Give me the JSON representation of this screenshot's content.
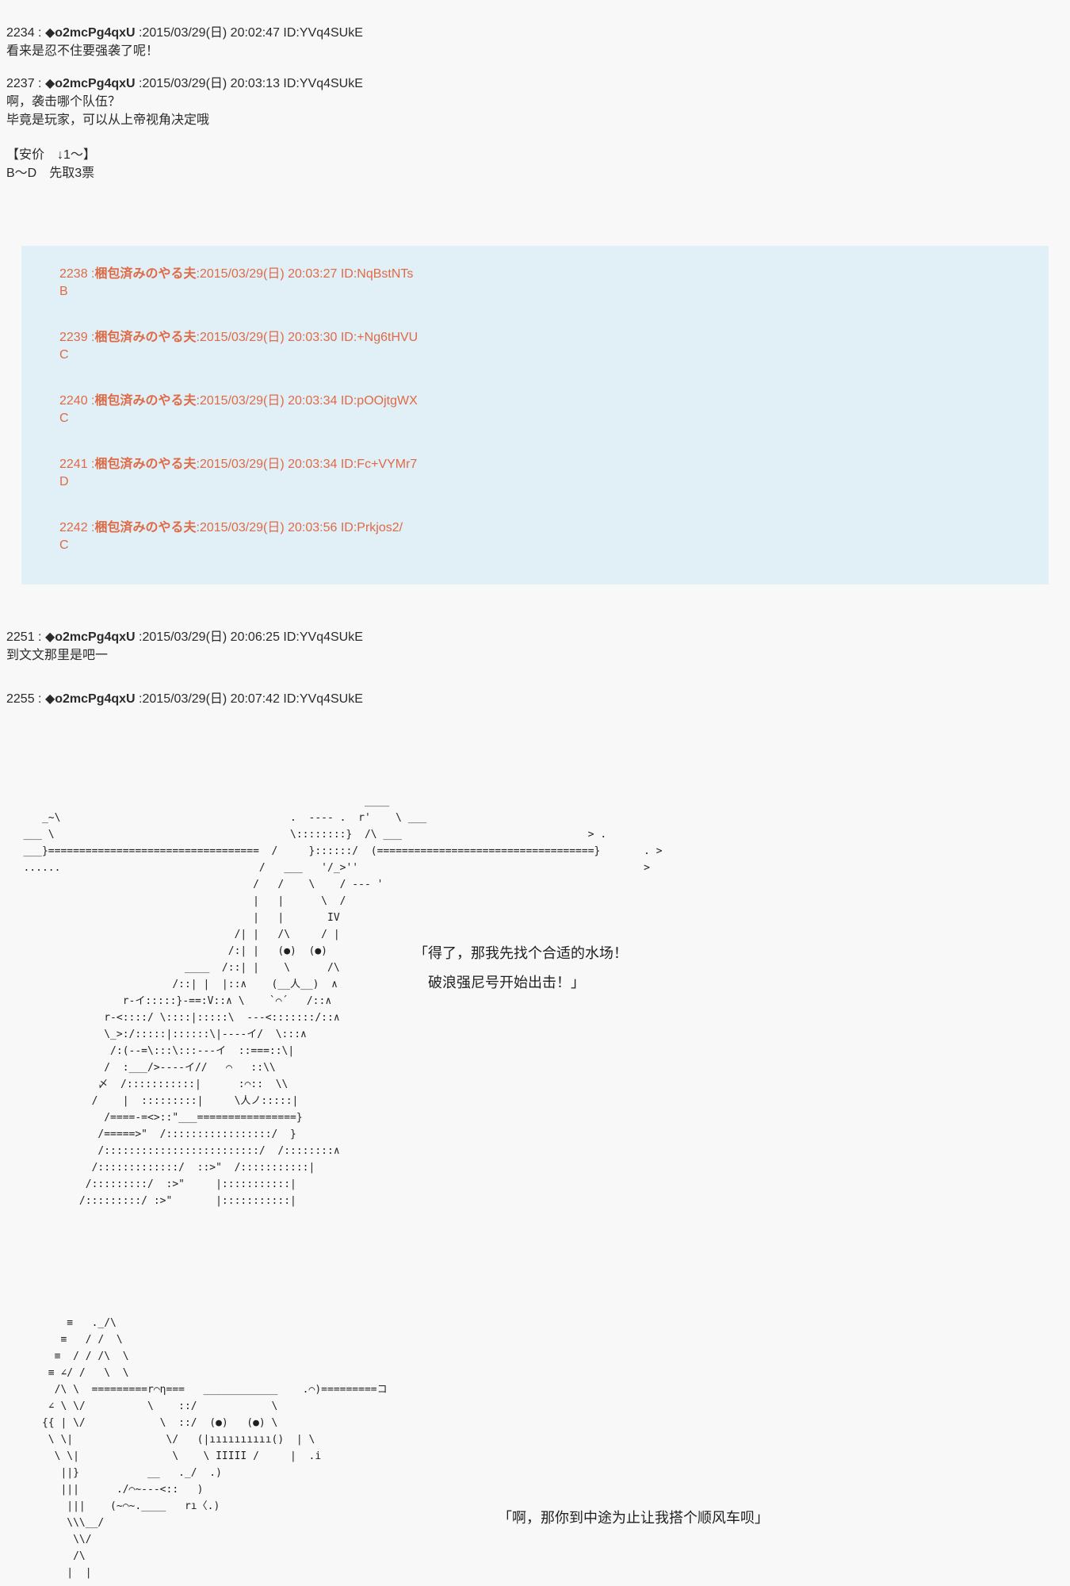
{
  "colors": {
    "page_bg": "#f8f8f8",
    "box_bg": "#e1eff7",
    "box_text": "#e06a45",
    "text": "#2a2a2a"
  },
  "posts": [
    {
      "id_label": "2234 : ",
      "name": "◆o2mcPg4qxU",
      "meta": " :2015/03/29(日) 20:02:47 ID:YVq4SUkE",
      "line1": "看来是忍不住要强袭了呢！"
    },
    {
      "id_label": "2237 : ",
      "name": "◆o2mcPg4qxU",
      "meta": " :2015/03/29(日) 20:03:13 ID:YVq4SUkE",
      "line1": "啊，袭击哪个队伍？",
      "line2": "毕竟是玩家，可以从上帝视角决定哦"
    },
    {
      "id_label": "2251 : ",
      "name": "◆o2mcPg4qxU",
      "meta": " :2015/03/29(日) 20:06:25 ID:YVq4SUkE",
      "line1": "到文文那里是吧一"
    },
    {
      "id_label": "2255 : ",
      "name": "◆o2mcPg4qxU",
      "meta": " :2015/03/29(日) 20:07:42 ID:YVq4SUkE"
    }
  ],
  "anchor": {
    "line1": "【安价　↓1～】",
    "line2": "B～D　先取3票"
  },
  "vote_box": {
    "entries": [
      {
        "id_label": "2238 :",
        "name": "梱包済みのやる夫",
        "meta": ":2015/03/29(日) 20:03:27 ID:NqBstNTs",
        "vote": "B"
      },
      {
        "id_label": "2239 :",
        "name": "梱包済みのやる夫",
        "meta": ":2015/03/29(日) 20:03:30 ID:+Ng6tHVU",
        "vote": "C"
      },
      {
        "id_label": "2240 :",
        "name": "梱包済みのやる夫",
        "meta": ":2015/03/29(日) 20:03:34 ID:pOOjtgWX",
        "vote": "C"
      },
      {
        "id_label": "2241 :",
        "name": "梱包済みのやる夫",
        "meta": ":2015/03/29(日) 20:03:34 ID:Fc+VYMr7",
        "vote": "D"
      },
      {
        "id_label": "2242 :",
        "name": "梱包済みのやる夫",
        "meta": ":2015/03/29(日) 20:03:56 ID:Prkjos2/",
        "vote": "C"
      }
    ]
  },
  "ascii_art_1": {
    "text": "                                                          ____\n      _~\\                                     .  ---- .  r'    \\ ___\n   ___ \\                                      \\::::::::}  /\\ ___                              > .\n   ___}==================================  /     }::::::/  (===================================}       . >\n   ......                                /   ___   '/_>''                                              >\n                                        /   /    \\    / --- '\n                                        |   |      \\  /\n                                        |   |       IV\n                                     /| |   /\\     / |\n                                    /:| |   (●)  (●)\n                             ____  /::| |    \\      /\\\n                           /::| |  |::∧    (__人__)  ∧\n                   r-イ:::::}-==:V::∧ \\    `⌒´   /::∧\n                r-<::::/ \\::::|:::::\\  ---<:::::::/::∧\n                \\_>:/:::::|::::::\\|----イ/  \\:::∧\n                 /:(--=\\:::\\:::---イ  ::===::\\|\n                /  :___/>----イ//   ⌒   ::\\\\\n               〆  /:::::::::::|      :⌒::  \\\\\n              /    |  :::::::::|     \\人ノ:::::|\n                /====-=<>::\"___================}\n               /=====>\"  /:::::::::::::::::/  }\n               /:::::::::::::::::::::::::/  /::::::::∧\n              /:::::::::::::/  ::>\"  /:::::::::::|\n             /:::::::::/  :>\"     |:::::::::::|\n            /:::::::::/ :>\"       |:::::::::::|",
    "dialogue_line1": "「得了，那我先找个合适的水场！",
    "dialogue_line2": "　破浪强尼号开始出击！」"
  },
  "ascii_art_2": {
    "text": "          ≡   ._/\\\n         ≡   / /  \\\n        ≡  / / /\\  \\\n       ≡ ∠/ /   \\  \\\n        /\\ \\  =========r⌒η===   ____________    .⌒)=========コ\n       ∠ \\ \\/          \\    ::/            \\\n      {{ | \\/            \\  ::/  (●)   (●) \\\n       \\ \\|               \\/   (|ıııııııııı()  | \\\n        \\ \\|               \\    \\ IIIII /     |  .i\n         ||}           __   ._/  .)\n         |||      ./⌒~---<::   )\n          |||    (~⌒~.____   rı〈.)\n          \\\\\\__/\n           \\\\/\n           /\\\n          |  |",
    "dialogue": "「啊，那你到中途为止让我搭个顺风车呗」"
  }
}
